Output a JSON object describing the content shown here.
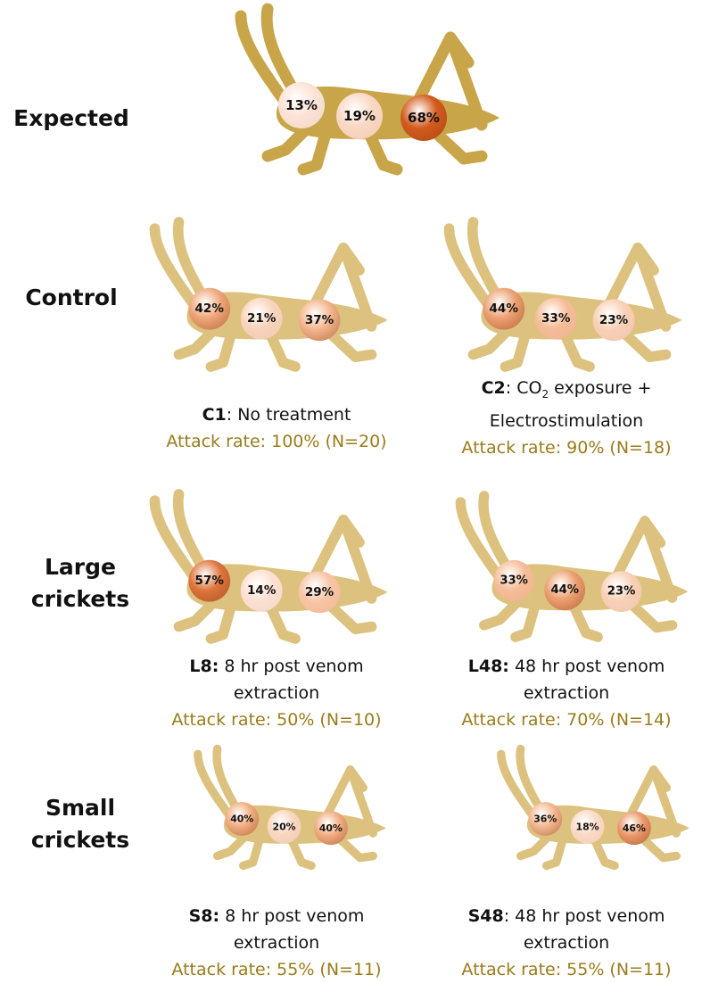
{
  "colors": {
    "body": "#dcc27e",
    "body_dark": "#c9a54a",
    "caption_rate": "#9a7b1a",
    "low": "#fde9df",
    "mid": "#f4b48a",
    "high": "#d35a1c"
  },
  "rows": [
    {
      "label_line1": "Expected",
      "label_line2": ""
    },
    {
      "label_line1": "Control",
      "label_line2": ""
    },
    {
      "label_line1": "Large",
      "label_line2": "crickets"
    },
    {
      "label_line1": "Small",
      "label_line2": "crickets"
    }
  ],
  "panels": {
    "expected": {
      "head": "13%",
      "thorax": "19%",
      "abdomen": "68%",
      "head_level": 0.13,
      "thorax_level": 0.19,
      "abdomen_level": 0.68
    },
    "c1": {
      "head": "42%",
      "thorax": "21%",
      "abdomen": "37%",
      "head_level": 0.42,
      "thorax_level": 0.21,
      "abdomen_level": 0.37,
      "code": "C1",
      "desc_line1": ": No treatment",
      "desc_line2": "",
      "rate": "Attack rate: 100% (N=20)"
    },
    "c2": {
      "head": "44%",
      "thorax": "33%",
      "abdomen": "23%",
      "head_level": 0.44,
      "thorax_level": 0.33,
      "abdomen_level": 0.23,
      "code": "C2",
      "desc_pre": ": CO",
      "desc_sub": "2",
      "desc_post": " exposure +",
      "desc_line2": "Electrostimulation",
      "rate": "Attack rate: 90% (N=18)"
    },
    "l8": {
      "head": "57%",
      "thorax": "14%",
      "abdomen": "29%",
      "head_level": 0.57,
      "thorax_level": 0.14,
      "abdomen_level": 0.29,
      "code": "L8:",
      "desc_line1": " 8 hr post venom",
      "desc_line2": "extraction",
      "rate": "Attack rate: 50% (N=10)"
    },
    "l48": {
      "head": "33%",
      "thorax": "44%",
      "abdomen": "23%",
      "head_level": 0.33,
      "thorax_level": 0.44,
      "abdomen_level": 0.23,
      "code": "L48:",
      "desc_line1": " 48 hr post venom",
      "desc_line2": "extraction",
      "rate": "Attack rate: 70% (N=14)"
    },
    "s8": {
      "head": "40%",
      "thorax": "20%",
      "abdomen": "40%",
      "head_level": 0.4,
      "thorax_level": 0.2,
      "abdomen_level": 0.4,
      "code": "S8:",
      "desc_line1": " 8 hr post venom",
      "desc_line2": "extraction",
      "rate": "Attack rate: 55% (N=11)"
    },
    "s48": {
      "head": "36%",
      "thorax": "18%",
      "abdomen": "46%",
      "head_level": 0.36,
      "thorax_level": 0.18,
      "abdomen_level": 0.46,
      "code": "S48",
      "desc_line1": ": 48 hr post venom",
      "desc_line2": "extraction",
      "rate": "Attack rate: 55% (N=11)"
    }
  }
}
